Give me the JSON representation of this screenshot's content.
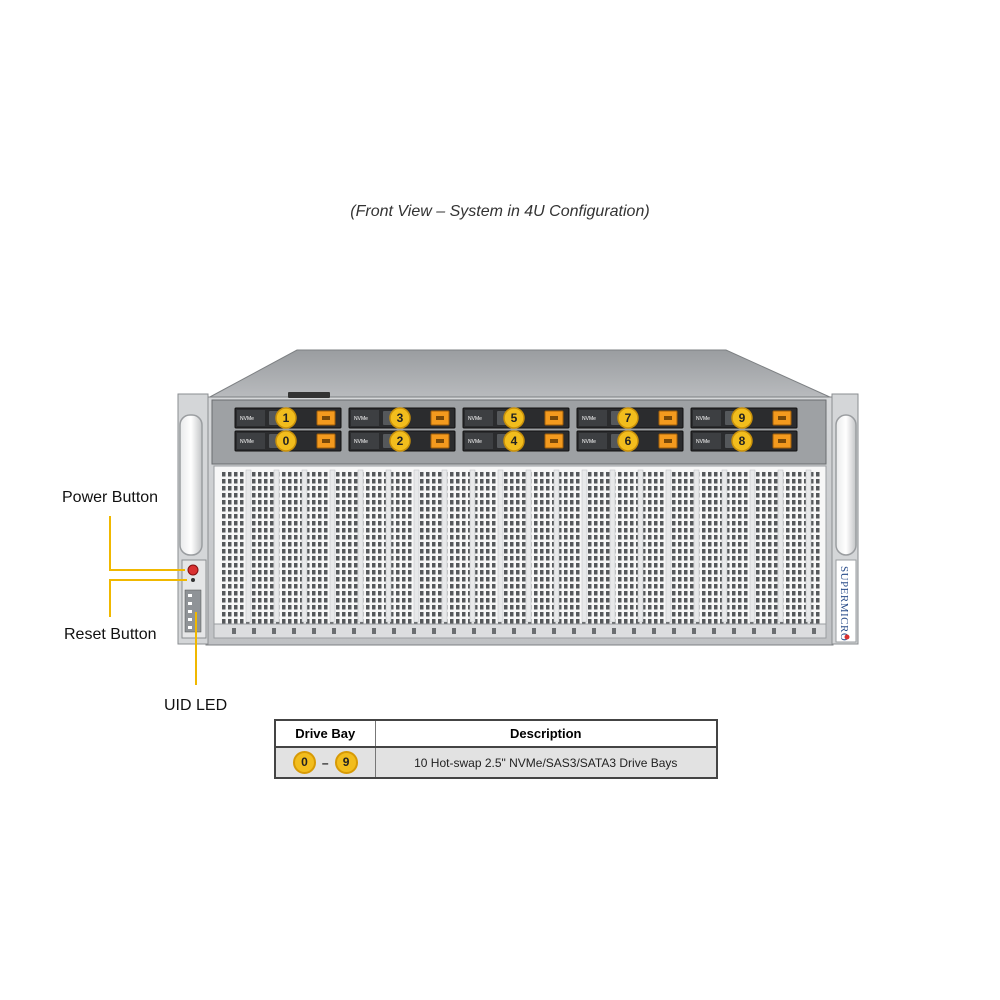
{
  "caption": "(Front View – System in 4U Configuration)",
  "callouts": {
    "power": "Power Button",
    "reset": "Reset Button",
    "uid": "UID LED"
  },
  "drive_bays": [
    {
      "label": "1",
      "bay_text": "NVMe"
    },
    {
      "label": "0",
      "bay_text": "NVMe"
    },
    {
      "label": "3",
      "bay_text": "NVMe"
    },
    {
      "label": "2",
      "bay_text": "NVMe"
    },
    {
      "label": "5",
      "bay_text": "NVMe"
    },
    {
      "label": "4",
      "bay_text": "NVMe"
    },
    {
      "label": "7",
      "bay_text": "NVMe"
    },
    {
      "label": "6",
      "bay_text": "NVMe"
    },
    {
      "label": "9",
      "bay_text": "NVMe"
    },
    {
      "label": "8",
      "bay_text": "NVMe"
    }
  ],
  "brand": "SUPERMICRO",
  "legend": {
    "headers": [
      "Drive Bay",
      "Description"
    ],
    "row": {
      "from": "0",
      "dash": "–",
      "to": "9",
      "description": "10 Hot-swap 2.5\" NVMe/SAS3/SATA3 Drive Bays"
    }
  },
  "colors": {
    "badge": "#f2bd1d",
    "callout_line": "#f0b800",
    "drive_latch": "#f39a1e",
    "chassis": "#c9cbcd"
  }
}
